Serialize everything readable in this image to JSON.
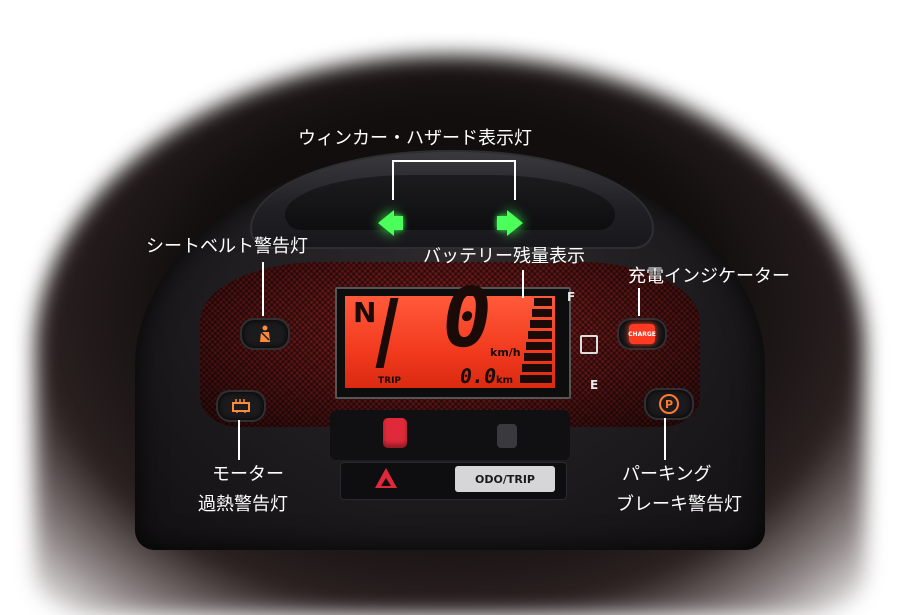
{
  "annotations": {
    "winker": "ウィンカー・ハザード表示灯",
    "seatbelt": "シートベルト警告灯",
    "battery": "バッテリー残量表示",
    "charge": "充電インジケーター",
    "motor_line1": "モーター",
    "motor_line2": "過熱警告灯",
    "parking_line1": "パーキング",
    "parking_line2": "ブレーキ警告灯"
  },
  "lcd": {
    "gear": "N",
    "speed": "0",
    "speed_unit": "km/h",
    "trip_label": "TRIP",
    "trip_value": "0.0",
    "trip_unit": "km",
    "battery_level": 1.0
  },
  "gauge_marks": {
    "full": "F",
    "empty": "E"
  },
  "lamps": {
    "parking_symbol": "P",
    "charge_symbol": "CHARGE"
  },
  "buttons": {
    "odo_trip": "ODO/TRIP"
  },
  "colors": {
    "indicator_green": "#4cff5a",
    "lcd_backlight": "#f23a1e",
    "warning_amber": "#ff8a3a",
    "hazard_red": "#e0283a"
  }
}
